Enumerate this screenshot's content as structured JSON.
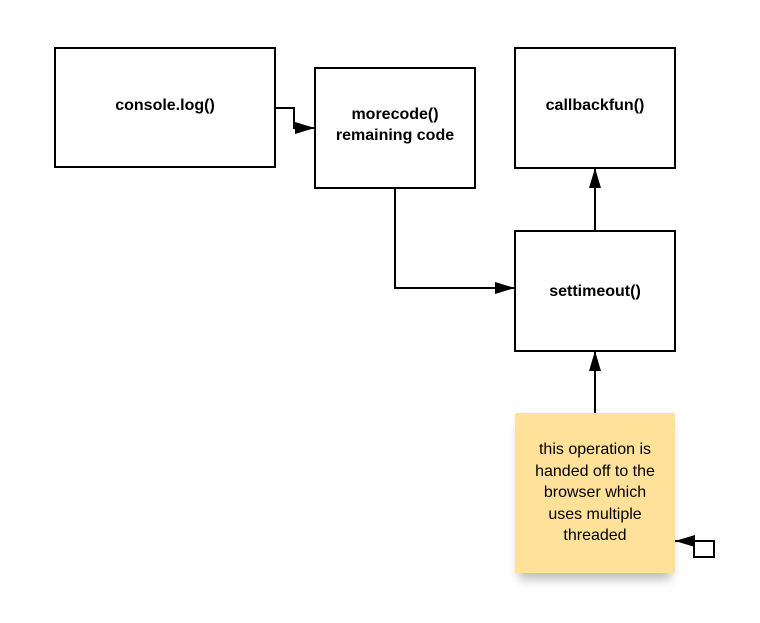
{
  "diagram": {
    "nodes": {
      "console_log": {
        "label": "console.log()"
      },
      "morecode": {
        "line1": "morecode()",
        "line2": "remaining code"
      },
      "callbackfun": {
        "label": "callbackfun()"
      },
      "settimeout": {
        "label": "settimeout()"
      }
    },
    "note": {
      "lines": [
        "this operation is",
        "handed off to the",
        "browser which",
        "uses multiple",
        "threaded"
      ],
      "color": "#ffe199"
    },
    "edges": [
      {
        "from": "console.log()",
        "to": "morecode()"
      },
      {
        "from": "morecode()",
        "to": "settimeout()"
      },
      {
        "from": "settimeout()",
        "to": "callbackfun()"
      },
      {
        "from": "note",
        "to": "settimeout()"
      },
      {
        "from": "note",
        "to": "note"
      }
    ],
    "colors": {
      "stroke": "#000000",
      "background": "#ffffff"
    }
  }
}
